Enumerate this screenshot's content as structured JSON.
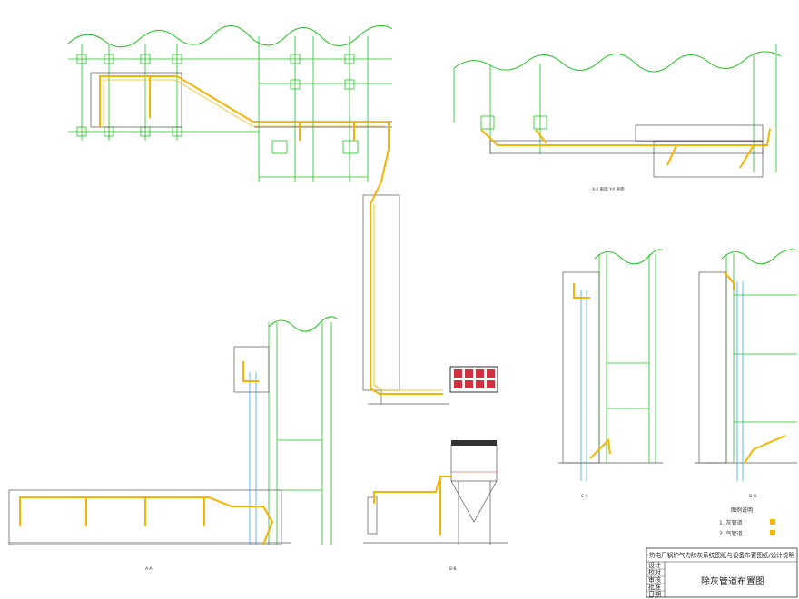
{
  "title_block": {
    "header": "热电厂锅炉气力除灰系统图纸与设备布置图纸/设计说明",
    "drawing_title": "除灰管道布置图",
    "rows": [
      "设计",
      "校对",
      "审核",
      "批准",
      "日期"
    ]
  },
  "legend": {
    "title": "图例说明",
    "items": [
      {
        "label": "1. 灰管道",
        "color": "#f5b400"
      },
      {
        "label": "2. 气管道",
        "color": "#f5b400"
      }
    ]
  },
  "captions": {
    "top_right": "X-X 剖面   Y-Y 剖面",
    "bottom_left": "A-A",
    "bottom_mid": "B-B",
    "right_1": "C-C",
    "right_2": "D-D"
  },
  "colors": {
    "ash_pipe": "#f5b400",
    "building_grid": "#22c022",
    "air_pipe": "#39a8e0",
    "structure": "#555555",
    "silo_fill": "#d03040"
  }
}
